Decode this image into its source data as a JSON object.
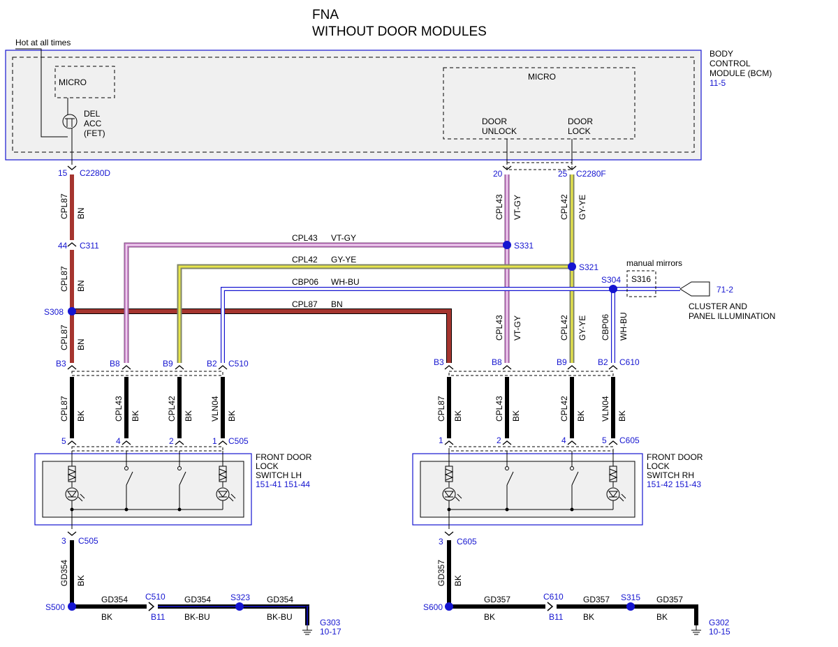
{
  "title": {
    "line1": "FNA",
    "line2": "WITHOUT DOOR MODULES"
  },
  "hot_label": "Hot at all times",
  "bcm": {
    "label_lines": [
      "BODY",
      "CONTROL",
      "MODULE (BCM)"
    ],
    "ref": "11-5",
    "micro_left": "MICRO",
    "micro_right": "MICRO",
    "fet_lines": [
      "DEL",
      "ACC",
      "(FET)"
    ],
    "door_unlock_lines": [
      "DOOR",
      "UNLOCK"
    ],
    "door_lock_lines": [
      "DOOR",
      "LOCK"
    ]
  },
  "connectors": {
    "c2280d": {
      "pin": "15",
      "name": "C2280D"
    },
    "c2280f": {
      "pin20": "20",
      "pin25": "25",
      "name": "C2280F"
    },
    "c311": {
      "pin": "44",
      "name": "C311"
    },
    "c510": {
      "pins": [
        "B3",
        "B8",
        "B9",
        "B2"
      ],
      "name": "C510"
    },
    "c610": {
      "pins": [
        "B3",
        "B8",
        "B9",
        "B2"
      ],
      "name": "C610"
    },
    "c505": {
      "pins": [
        "5",
        "4",
        "2",
        "1"
      ],
      "name": "C505"
    },
    "c605": {
      "pins": [
        "1",
        "2",
        "4",
        "5"
      ],
      "name": "C605"
    },
    "c505_ground": {
      "pin": "3",
      "name": "C505"
    },
    "c605_ground": {
      "pin": "3",
      "name": "C605"
    }
  },
  "splices": {
    "s308": "S308",
    "s331": "S331",
    "s321": "S321",
    "s304": "S304",
    "s316": "S316",
    "s500": "S500",
    "s323": "S323",
    "s600": "S600",
    "s315": "S315"
  },
  "manual_mirrors": "manual mirrors",
  "cluster": {
    "ref": "71-2",
    "lines": [
      "CLUSTER AND",
      "PANEL ILLUMINATION"
    ]
  },
  "wires": {
    "cpl87": "CPL87",
    "cpl43": "CPL43",
    "cpl42": "CPL42",
    "cbp06": "CBP06",
    "vln04": "VLN04",
    "gd354": "GD354",
    "gd357": "GD357",
    "bn": "BN",
    "vtgy": "VT-GY",
    "gyye": "GY-YE",
    "whbu": "WH-BU",
    "bk": "BK",
    "bkbu": "BK-BU"
  },
  "inline_connectors": {
    "c510_b11": {
      "name": "C510",
      "pin": "B11"
    },
    "c610_b11": {
      "name": "C610",
      "pin": "B11"
    }
  },
  "switch_lh": {
    "lines": [
      "FRONT DOOR",
      "LOCK",
      "SWITCH LH"
    ],
    "refs": "151-41  151-44"
  },
  "switch_rh": {
    "lines": [
      "FRONT DOOR",
      "LOCK",
      "SWITCH RH"
    ],
    "refs": "151-42  151-43"
  },
  "grounds": {
    "g303": {
      "name": "G303",
      "ref": "10-17"
    },
    "g302": {
      "name": "G302",
      "ref": "10-15"
    }
  },
  "colors": {
    "brown": "#a5352f",
    "violet": "#d08ad0",
    "violet_stripe": "#ffffff",
    "gray_yellow": "#8a9070",
    "yellow": "#e8e64a",
    "white_blue": "#ffffff",
    "blue": "#1515d0",
    "black": "#000000",
    "module_fill": "#f0f0f0"
  }
}
